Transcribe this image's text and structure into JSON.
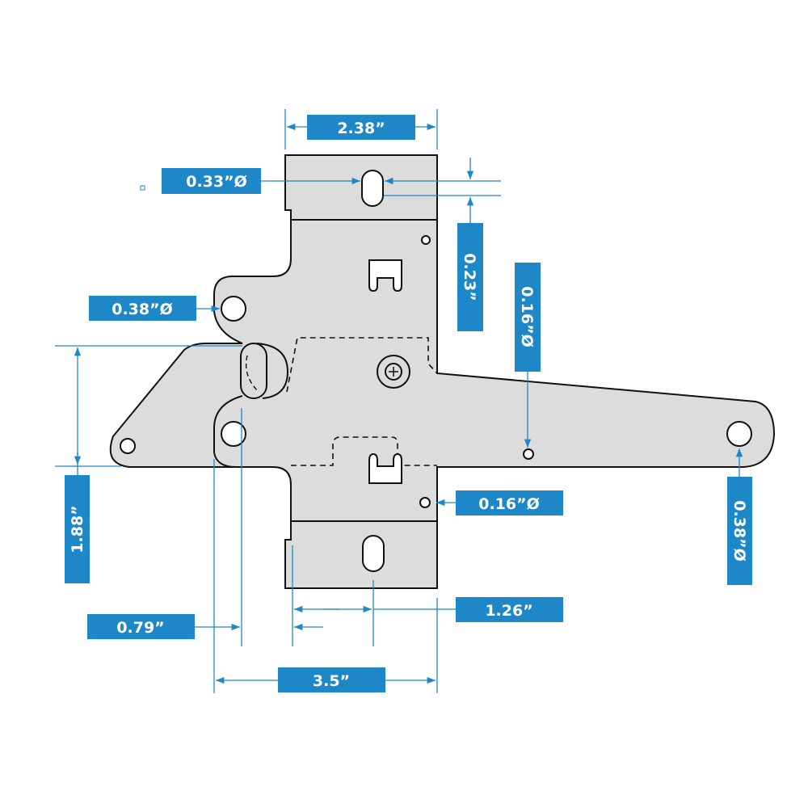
{
  "colors": {
    "accent": "#1e87c8",
    "plate": "#dcdcdc",
    "outline": "#111111"
  },
  "dimensions": {
    "plate_width": "2.38”",
    "top_slot_diameter": "0.33”Ø",
    "slot_offset": "0.23”",
    "arm_small_hole": "0.16”Ø",
    "lobe_hole": "0.38”Ø",
    "overall_height": "1.88”",
    "lower_small_hole": "0.16”Ø",
    "arm_end_hole": "0.38”Ø",
    "slot_center_offset": "1.26”",
    "hole_offset": "0.79”",
    "overall_width": "3.5”"
  }
}
